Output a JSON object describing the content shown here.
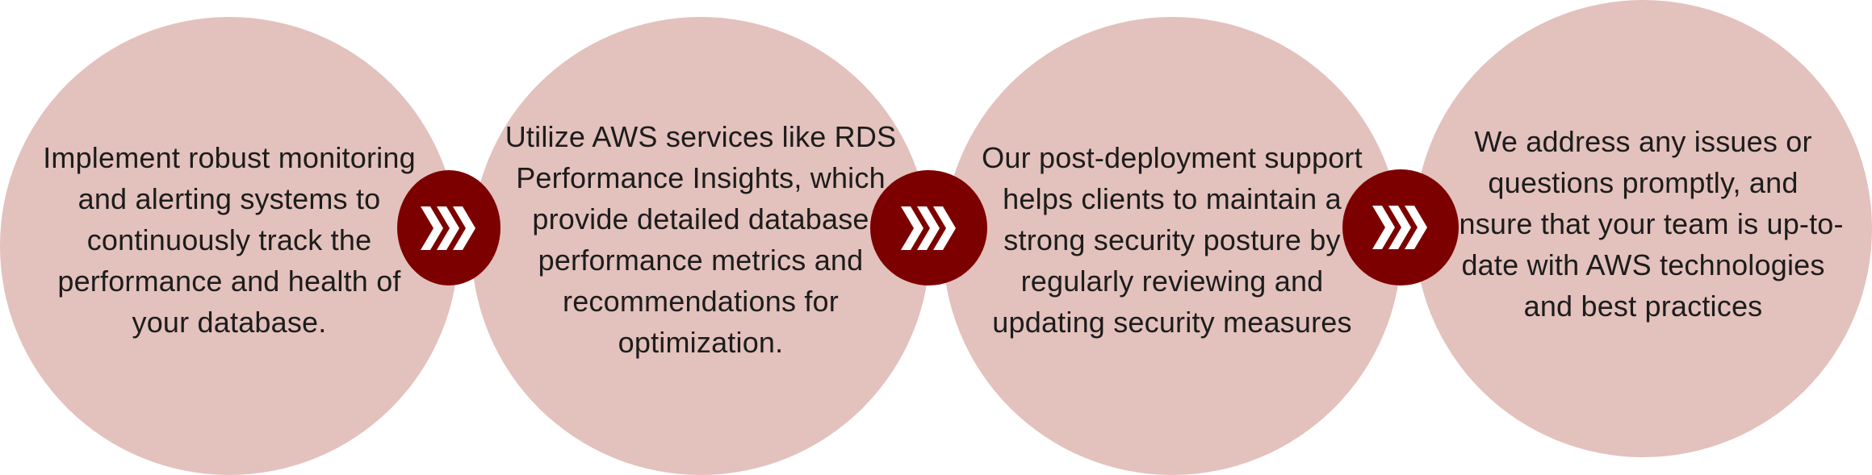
{
  "steps": [
    {
      "text": "Implement robust monitoring and alerting systems to continuously track the performance and health of your database."
    },
    {
      "text": "Utilize AWS services like RDS Performance Insights, which provide detailed database performance metrics and recommendations for optimization."
    },
    {
      "text": "Our post-deployment support helps clients to maintain a strong security posture by regularly reviewing and updating security measures"
    },
    {
      "text": "We address any issues or questions promptly, and ensure that your team is up-to-date with AWS technologies and best practices"
    }
  ],
  "connectors": [
    {
      "icon": "triple-chevron-right-icon"
    },
    {
      "icon": "triple-chevron-right-icon"
    },
    {
      "icon": "triple-chevron-right-icon"
    }
  ],
  "colors": {
    "circle_fill": "#e3c1bc",
    "connector_fill": "#7d0000",
    "chevron": "#ffffff",
    "text": "#1c1c1c"
  }
}
